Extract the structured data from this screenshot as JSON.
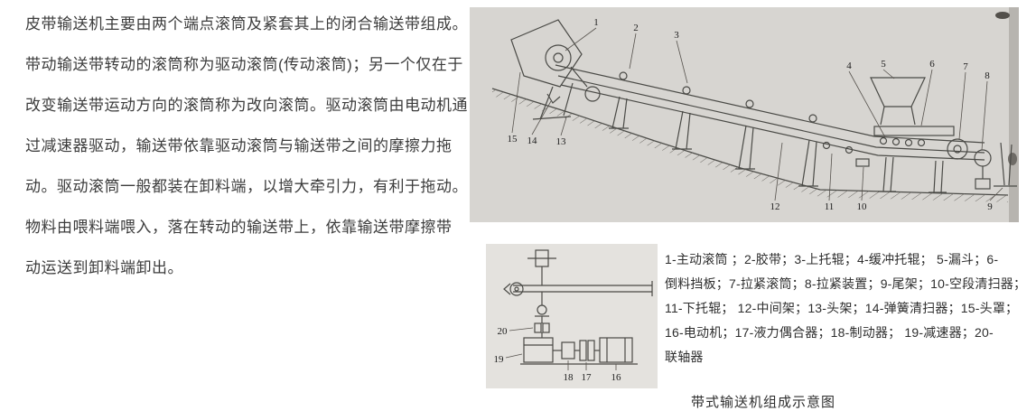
{
  "description": {
    "lines": [
      "皮带输送机主要由两个端点滚筒及紧套其上的闭合输送带组成。",
      "带动输送带转动的滚筒称为驱动滚筒(传动滚筒)；另一个仅在于",
      "改变输送带运动方向的滚筒称为改向滚筒。驱动滚筒由电动机通",
      "过减速器驱动，输送带依靠驱动滚筒与输送带之间的摩擦力拖",
      "动。驱动滚筒一般都装在卸料端，以增大牵引力，有利于拖动。",
      "物料由喂料端喂入，落在转动的输送带上，依靠输送带摩擦带",
      "动运送到卸料端卸出。"
    ]
  },
  "figure": {
    "main_labels": [
      "1",
      "2",
      "3",
      "4",
      "5",
      "6",
      "7",
      "8",
      "9",
      "10",
      "11",
      "12",
      "13",
      "14",
      "15"
    ],
    "detail_labels": [
      "16",
      "17",
      "18",
      "19",
      "20"
    ]
  },
  "legend": {
    "lines": [
      "1-主动滚筒 ；2-胶带；3-上托辊；4-缓冲托辊； 5-漏斗；6-",
      "倒料挡板；7-拉紧滚筒；8-拉紧装置；9-尾架；10-空段清扫器；",
      "11-下托辊； 12-中间架；13-头架；14-弹簧清扫器；15-头罩；",
      "16-电动机；17-液力偶合器；18-制动器； 19-减速器；20-",
      "联轴器"
    ],
    "caption": "带式输送机组成示意图"
  },
  "colors": {
    "text": "#3c3c3c",
    "line": "#4a4a46",
    "figure_bg": "#d7d5d1",
    "detail_bg": "#e4e2de"
  }
}
